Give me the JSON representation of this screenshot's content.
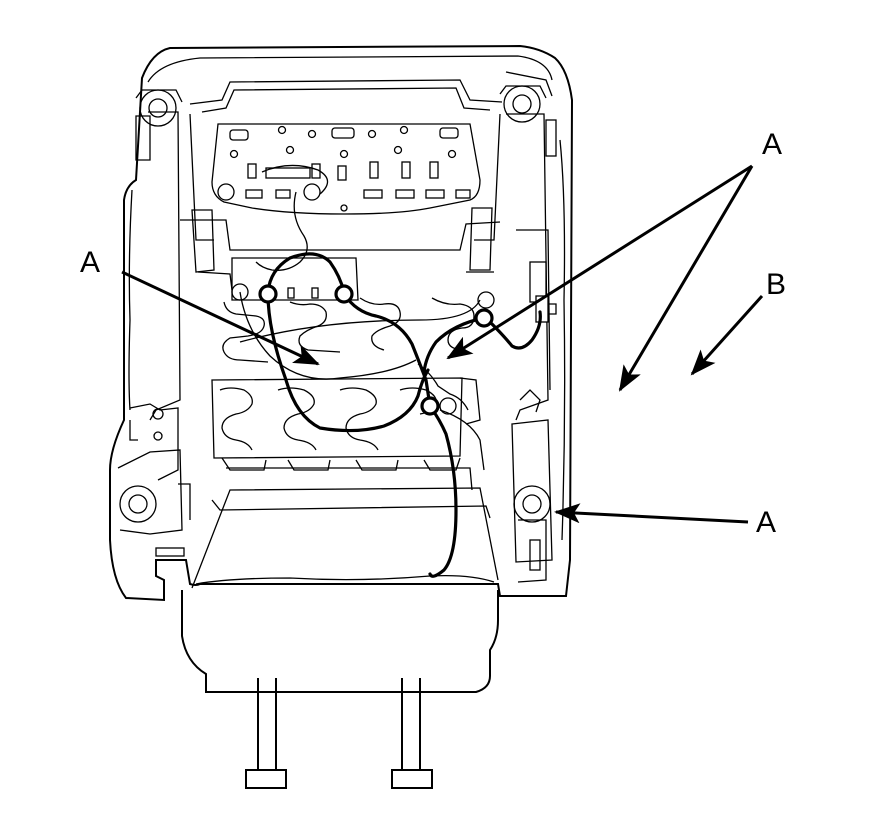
{
  "callouts": {
    "a_left": "A",
    "a_top": "A",
    "b": "B",
    "a_bottom": "A"
  },
  "colors": {
    "line": "#000000",
    "background": "#ffffff"
  }
}
